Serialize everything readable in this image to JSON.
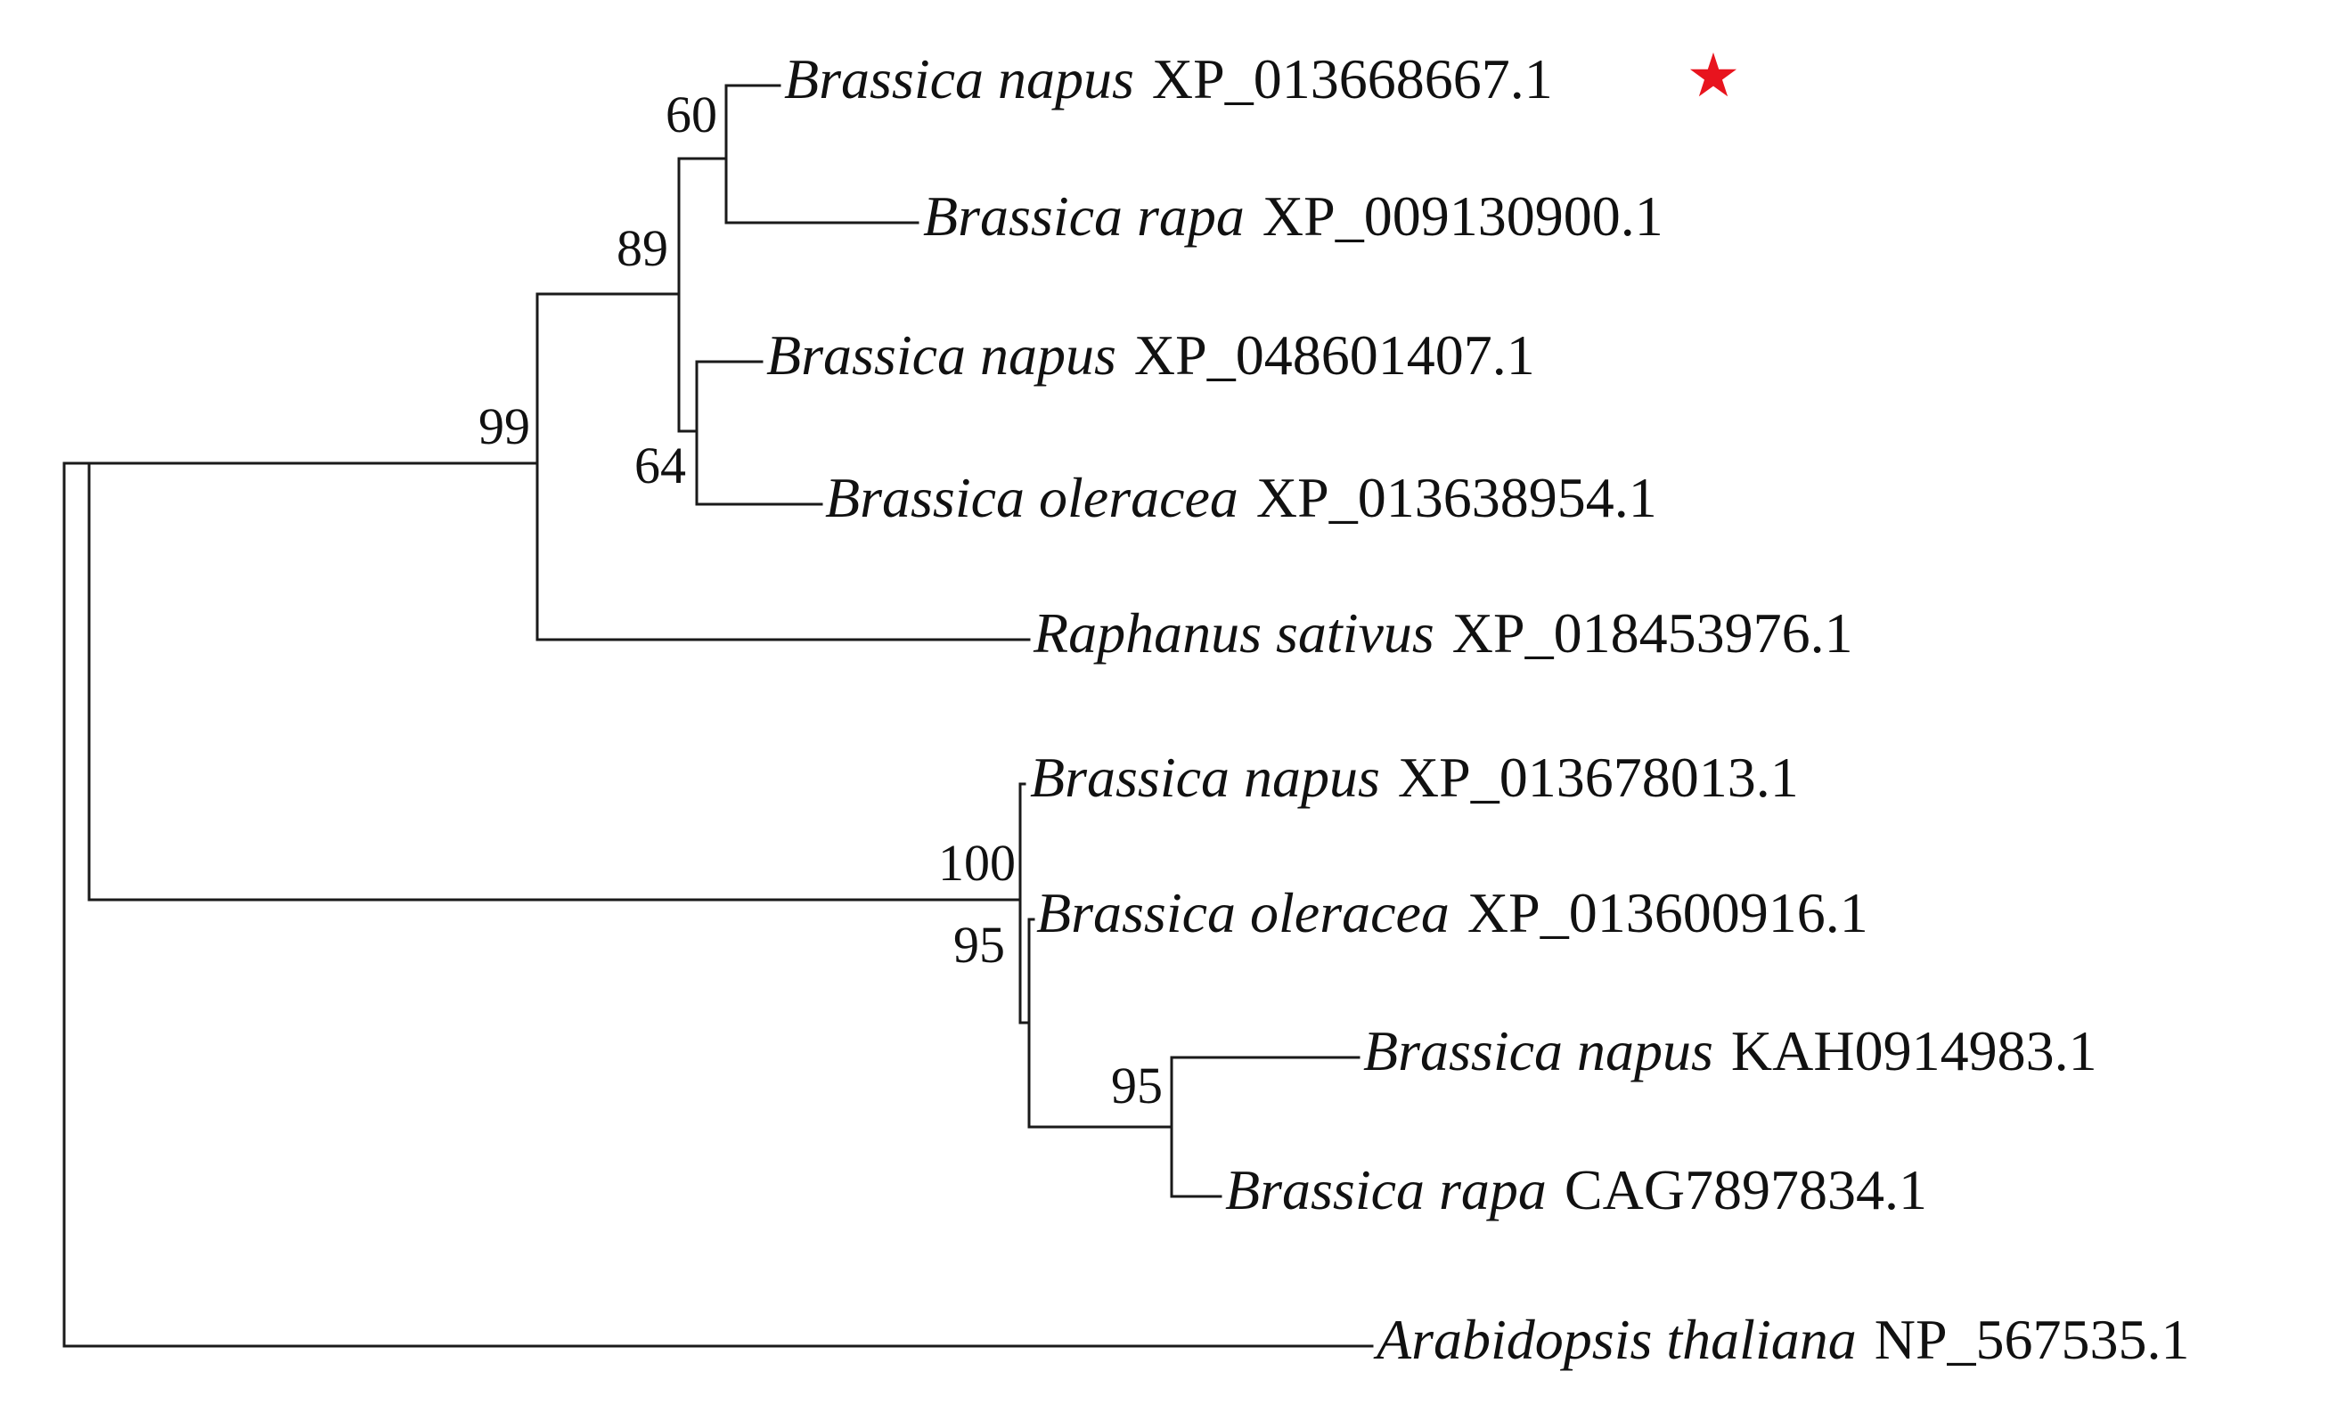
{
  "tree": {
    "leaves": [
      {
        "id": "L1",
        "species": "Brassica napus",
        "accession": "XP_013668667.1"
      },
      {
        "id": "L2",
        "species": "Brassica rapa",
        "accession": "XP_009130900.1"
      },
      {
        "id": "L3",
        "species": "Brassica napus",
        "accession": "XP_048601407.1"
      },
      {
        "id": "L4",
        "species": "Brassica oleracea",
        "accession": "XP_013638954.1"
      },
      {
        "id": "L5",
        "species": "Raphanus sativus",
        "accession": "XP_018453976.1"
      },
      {
        "id": "L6",
        "species": "Brassica napus",
        "accession": "XP_013678013.1"
      },
      {
        "id": "L7",
        "species": "Brassica oleracea",
        "accession": "XP_013600916.1"
      },
      {
        "id": "L8",
        "species": "Brassica napus",
        "accession": "KAH0914983.1"
      },
      {
        "id": "L9",
        "species": "Brassica rapa",
        "accession": "CAG7897834.1"
      },
      {
        "id": "L10",
        "species": "Arabidopsis thaliana",
        "accession": "NP_567535.1"
      }
    ],
    "bootstrap": [
      {
        "node": "N60",
        "value": "60"
      },
      {
        "node": "N89",
        "value": "89"
      },
      {
        "node": "N64",
        "value": "64"
      },
      {
        "node": "N99",
        "value": "99"
      },
      {
        "node": "N100",
        "value": "100"
      },
      {
        "node": "N95a",
        "value": "95"
      },
      {
        "node": "N95b",
        "value": "95"
      }
    ],
    "highlight": {
      "leaf": "L1",
      "marker": "★",
      "color": "#e8141e"
    },
    "branch_color": "#1a1a1a"
  }
}
